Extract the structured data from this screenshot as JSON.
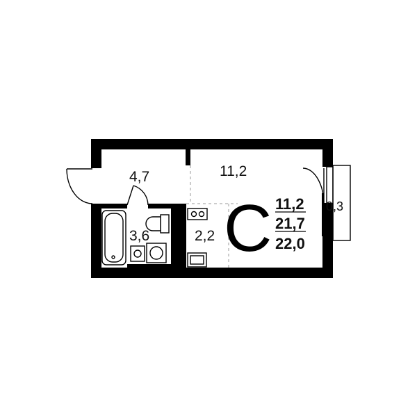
{
  "plan": {
    "type_letter": "C",
    "rooms": {
      "hallway": "4,7",
      "living": "11,2",
      "bathroom": "3,6",
      "kitchen": "2,2",
      "balcony": "0,3"
    },
    "totals": {
      "living": "11,2",
      "total": "21,7",
      "with_balcony": "22,0"
    }
  }
}
